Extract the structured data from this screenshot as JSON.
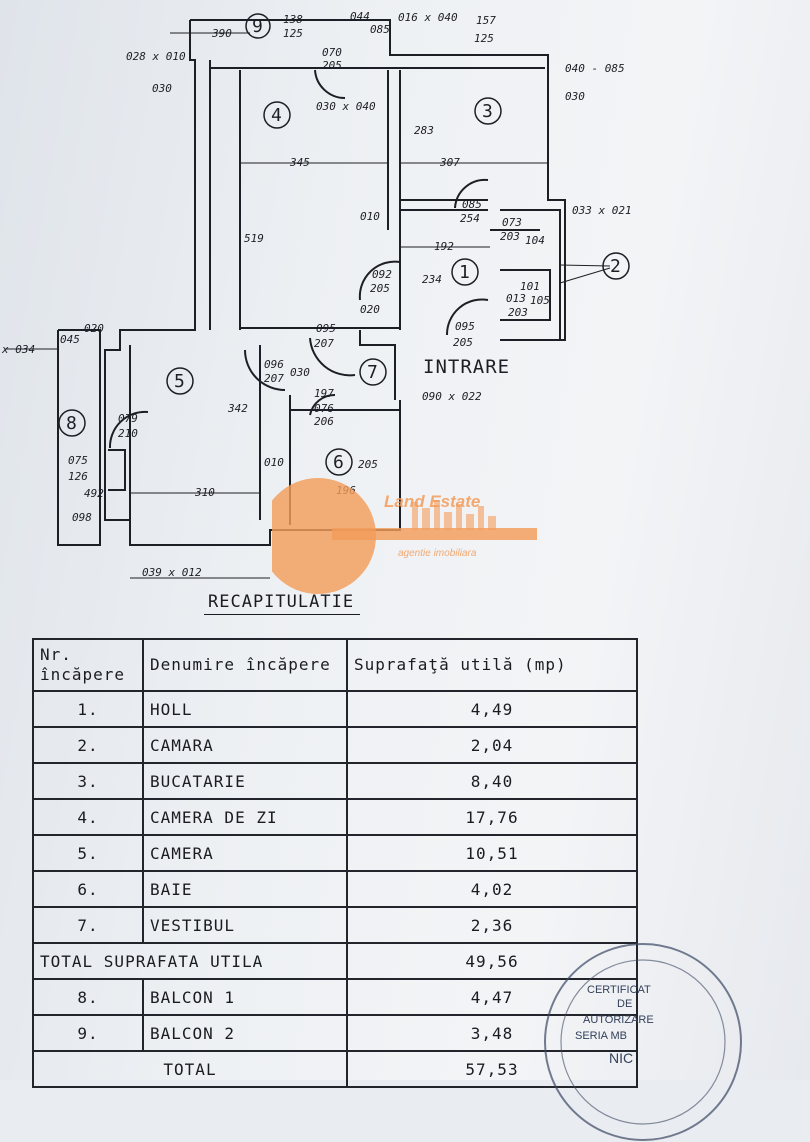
{
  "plan": {
    "rooms": [
      "1",
      "2",
      "3",
      "4",
      "5",
      "6",
      "7",
      "8",
      "9"
    ],
    "entrance_label": "INTRARE",
    "dims": {
      "d390": "390",
      "d138": "138",
      "d125a": "125",
      "d044": "044",
      "d085": "085",
      "d016": "016 x 040",
      "d157": "157",
      "d125b": "125",
      "d028": "028 x 010",
      "d070": "070",
      "d205a": "205",
      "d040_085": "040 - 085",
      "d030l": "030",
      "d030r": "030",
      "d030x040": "030 x 040",
      "d283": "283",
      "d345": "345",
      "d307": "307",
      "d519": "519",
      "d010a": "010",
      "d085b": "085",
      "d254": "254",
      "d073": "073",
      "d203a": "203",
      "d104": "104",
      "d033": "033 x 021",
      "d192": "192",
      "d234": "234",
      "d092": "092",
      "d205b": "205",
      "d020a": "020",
      "d101": "101",
      "d013": "013",
      "d105": "105",
      "d203b": "203",
      "d095a": "095",
      "d205c": "205",
      "d034": "x 034",
      "d045": "045",
      "d020b": "020",
      "d095b": "095",
      "d207a": "207",
      "d096": "096",
      "d207b": "207",
      "d030c": "030",
      "d197": "197",
      "d076": "076",
      "d206": "206",
      "d090": "090 x 022",
      "d342": "342",
      "d079": "079",
      "d210": "210",
      "d010b": "010",
      "d205d": "205",
      "d075": "075",
      "d126": "126",
      "d492": "492",
      "d098": "098",
      "d310": "310",
      "d196": "196",
      "d039": "039 x 012"
    }
  },
  "watermark": {
    "brand": "Land Estate",
    "sub": "agentie imobiliara"
  },
  "recap": {
    "title": "RECAPITULATIE",
    "headers": {
      "nr": "Nr. încăpere",
      "name": "Denumire încăpere",
      "area": "Suprafaţă utilă (mp)"
    },
    "rows": [
      {
        "nr": "1.",
        "name": "HOLL",
        "area": "4,49"
      },
      {
        "nr": "2.",
        "name": "CAMARA",
        "area": "2,04"
      },
      {
        "nr": "3.",
        "name": "BUCATARIE",
        "area": "8,40"
      },
      {
        "nr": "4.",
        "name": "CAMERA DE ZI",
        "area": "17,76"
      },
      {
        "nr": "5.",
        "name": "CAMERA",
        "area": "10,51"
      },
      {
        "nr": "6.",
        "name": "BAIE",
        "area": "4,02"
      },
      {
        "nr": "7.",
        "name": "VESTIBUL",
        "area": "2,36"
      }
    ],
    "total_util": {
      "label": "TOTAL SUPRAFATA UTILA",
      "area": "49,56"
    },
    "rows2": [
      {
        "nr": "8.",
        "name": "BALCON 1",
        "area": "4,47"
      },
      {
        "nr": "9.",
        "name": "BALCON 2",
        "area": "3,48"
      }
    ],
    "total": {
      "label": "TOTAL",
      "area": "57,53"
    }
  },
  "stamp": {
    "l1": "CERTIFICAT",
    "l2": "DE",
    "l3": "AUTORIZARE",
    "l4": "SERIA MB",
    "l5": "NIC"
  }
}
